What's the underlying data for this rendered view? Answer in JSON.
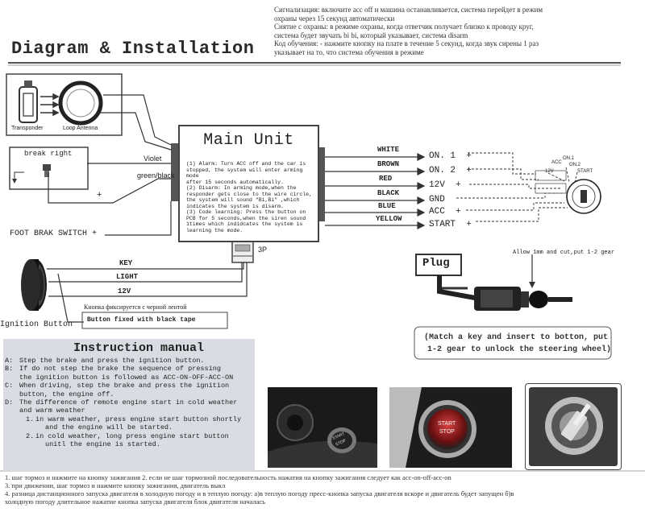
{
  "ru_top": [
    "Сигнализация: включите acc off и машина останавливается, система перейдет в режим",
    "охраны через 15 секунд автоматически",
    "Снятие с охраны: в режиме охраны, когда ответчик получает близко к проводу круг,",
    "система будет звучать bi bi, который указывает, система disarm",
    "Код обучения: - нажмите кнопку на плате в течение 5 секунд, когда звук сирены 1 раз",
    "указывает на то, что система обучения в режиме"
  ],
  "title": "Diagram & Installation",
  "transponder_label": "Transponder",
  "loop_label": "Loop Antenna",
  "break_label": "break right",
  "violet_label": "Violet",
  "green_label": "green/black",
  "plus": "+",
  "foot_brake": "FOOT BRAK SWITCH +",
  "main_unit": {
    "title": "Main Unit",
    "text": [
      "(1) Alarm: Turn ACC off and the car is",
      "stopped, the system will enter arming mode",
      "after 15 seconds automatically.",
      "(2) Disarm: In arming mode,when the",
      "responder gets close to the wire circle,",
      "the system will sound \"Bi,Bi\" ,which",
      "indicates the system is disarm.",
      "(3) Code learning: Press the button on",
      "PCB for 5 seconds,when the siren sound",
      "1times which indidcates the system is",
      "learning the mode."
    ]
  },
  "connector_label": "3P",
  "wires": [
    {
      "color": "WHITE",
      "target": "ON. 1  +"
    },
    {
      "color": "BROWN",
      "target": "ON. 2  +"
    },
    {
      "color": "RED",
      "target": "12V  +"
    },
    {
      "color": "BLACK",
      "target": "GND"
    },
    {
      "color": "BLUE",
      "target": "ACC  +"
    },
    {
      "color": "YELLOW",
      "target": "START  +"
    }
  ],
  "switch_labels": {
    "acc": "ACC",
    "v12": "12V",
    "on1": "ON.1",
    "on2": "ON.2",
    "start": "START"
  },
  "button_wires": [
    "KEY",
    "LIGHT",
    "12V"
  ],
  "button_note_ru": "Кнопка фиксируется с черной лентой",
  "button_note_en": "Button fixed with black tape",
  "ignition_label": "Ignition Button",
  "plug_label": "Plug",
  "allow_text": "Allow 1mm and cut,put 1-2 gear",
  "match_text": [
    "(Match a key and insert to botton, put",
    "1-2 gear to unlock the steering wheel)"
  ],
  "manual": {
    "title": "Instruction manual",
    "items": [
      {
        "letter": "A:",
        "lines": [
          "Step the brake and press the ignition button."
        ]
      },
      {
        "letter": "B:",
        "lines": [
          "If do not step the brake  the sequence of pressing",
          "the ignition button is followed as ACC-ON-OFF-ACC-ON"
        ]
      },
      {
        "letter": "C:",
        "lines": [
          "When driving, step the brake and press the ignition",
          "button, the engine off."
        ]
      },
      {
        "letter": "D:",
        "lines": [
          "The difference of remote engine start in cold weather",
          "and warm weather"
        ]
      }
    ],
    "sub": [
      {
        "num": "1.",
        "lines": [
          "in warm weather, press engine start button shortly",
          "and the engine will be started."
        ]
      },
      {
        "num": "2.",
        "lines": [
          "in cold weather, long press engine start button",
          "unitl the engine is started."
        ]
      }
    ]
  },
  "start_stop": [
    "START",
    "STOP"
  ],
  "ru_bottom": [
    "1. шаг тормоз и нажмите на кнопку зажигания 2. если не шаг тормозной последовательность нажатия на кнопку зажигания следует как acc-on-off-acc-on",
    "3. при движении, шаг тормоз и нажмите кнопку зажигания, двигатель выкл",
    "4. разница дистанционного запуска двигателя в холодную погоду и в теплую погоду: a)в теплую погоду пресс-кнопка запуска двигателя вскоре и двигатель будет запущен б)в",
    "холодную погоду длительное нажатие кнопка запуска двигателя блок двигателя началась"
  ]
}
